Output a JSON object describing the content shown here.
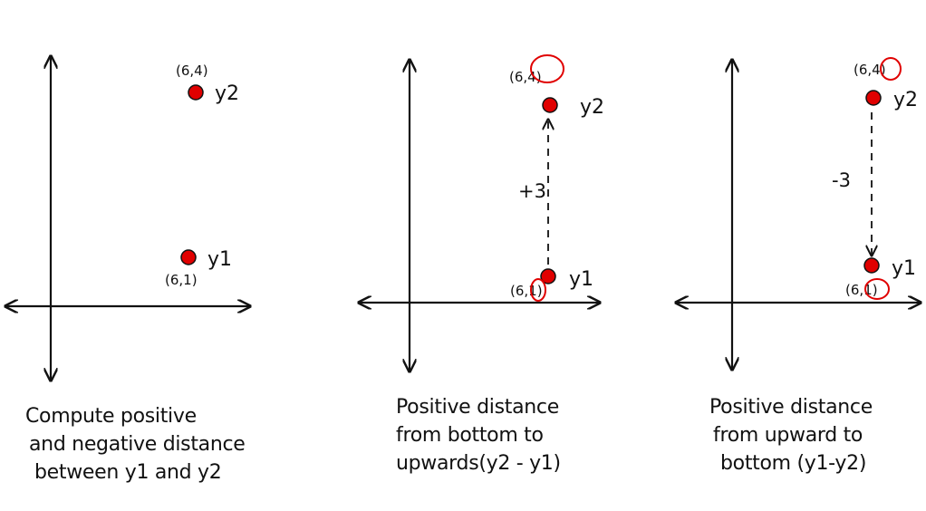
{
  "panels": [
    {
      "point_y1": {
        "label": "y1",
        "coord": "(6,1)"
      },
      "point_y2": {
        "label": "y2",
        "coord": "(6,4)"
      },
      "caption": [
        "Compute positive",
        "and negative distance",
        "between y1 and y2"
      ]
    },
    {
      "point_y1": {
        "label": "y1",
        "coord": "(6,1)"
      },
      "point_y2": {
        "label": "y2",
        "coord": "(6,4)"
      },
      "distance_label": "+3",
      "caption": [
        "Positive distance",
        "from bottom to",
        "upwards(y2 - y1)"
      ]
    },
    {
      "point_y1": {
        "label": "y1",
        "coord": "(6,1)"
      },
      "point_y2": {
        "label": "y2",
        "coord": "(6,4)"
      },
      "distance_label": "-3",
      "caption": [
        "Positive distance",
        "from upward to",
        "bottom (y1-y2)"
      ]
    }
  ],
  "colors": {
    "point": "#e00000",
    "ink": "#111111",
    "highlight": "#e00000"
  }
}
